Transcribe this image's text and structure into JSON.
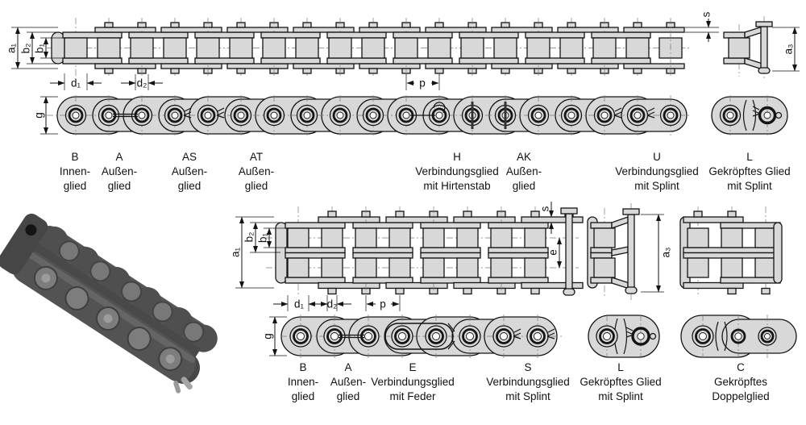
{
  "colors": {
    "background": "#ffffff",
    "diagram_fill": "#d8d8d8",
    "line": "#141414",
    "photo_dark": "#4a4a4a",
    "photo_mid": "#707070",
    "photo_light": "#9a9a9a"
  },
  "dimensions": {
    "a1": "a₁",
    "b1": "b₁",
    "b2": "b₂",
    "d1": "d₁",
    "d2": "d₂",
    "p": "p",
    "s": "s",
    "a3": "a₃",
    "g": "g",
    "e": "e"
  },
  "simplex_chain": {
    "labels": [
      {
        "letter": "B",
        "line1": "Innen-",
        "line2": "glied"
      },
      {
        "letter": "A",
        "line1": "Außen-",
        "line2": "glied"
      },
      {
        "letter": "AS",
        "line1": "Außen-",
        "line2": "glied"
      },
      {
        "letter": "AT",
        "line1": "Außen-",
        "line2": "glied"
      },
      {
        "letter": "H",
        "line1": "Verbindungsglied",
        "line2": "mit Hirtenstab"
      },
      {
        "letter": "AK",
        "line1": "Außen-",
        "line2": "glied"
      },
      {
        "letter": "U",
        "line1": "Verbindungsglied",
        "line2": "mit Splint"
      },
      {
        "letter": "L",
        "line1": "Gekröpftes Glied",
        "line2": "mit Splint"
      }
    ]
  },
  "duplex_chain": {
    "labels": [
      {
        "letter": "B",
        "line1": "Innen-",
        "line2": "glied"
      },
      {
        "letter": "A",
        "line1": "Außen-",
        "line2": "glied"
      },
      {
        "letter": "E",
        "line1": "Verbindungsglied",
        "line2": "mit Feder"
      },
      {
        "letter": "S",
        "line1": "Verbindungsglied",
        "line2": "mit Splint"
      },
      {
        "letter": "L",
        "line1": "Gekröpftes Glied",
        "line2": "mit Splint"
      },
      {
        "letter": "C",
        "line1": "Gekröpftes",
        "line2": "Doppelglied"
      }
    ]
  }
}
